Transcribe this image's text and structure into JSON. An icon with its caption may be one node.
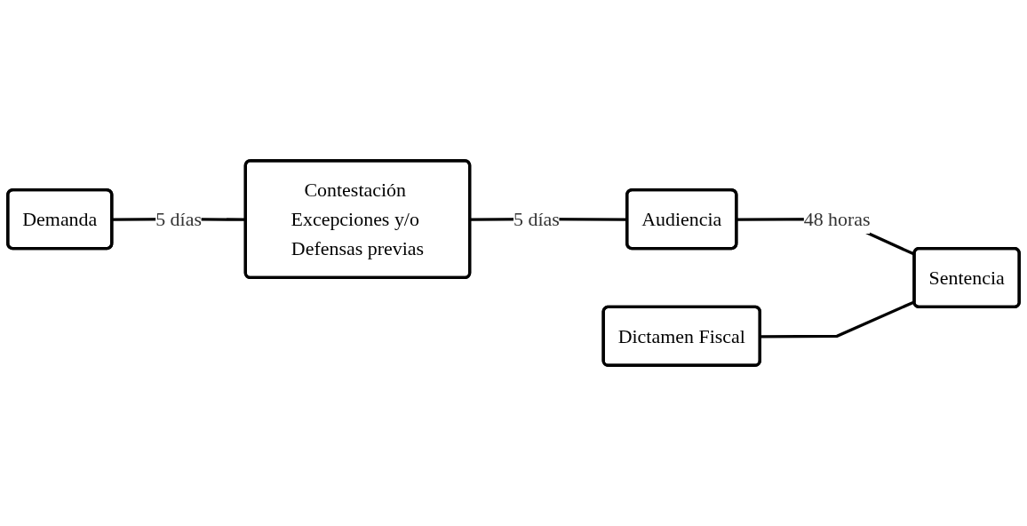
{
  "diagram": {
    "nodes": [
      {
        "text": [
          "Demanda"
        ]
      },
      {
        "text": [
          "Contestación Excepciones y/o Defensas previas"
        ]
      },
      {
        "text": [
          "Audiencia"
        ]
      },
      {
        "text": [
          "Dictamen Fiscal"
        ]
      },
      {
        "text": [
          "Sentencia"
        ]
      }
    ],
    "edges": [
      {
        "from": 0,
        "to": 1,
        "arrow": "none",
        "label": "5 días"
      },
      {
        "from": 1,
        "to": 2,
        "arrow": "none",
        "label": "5 días"
      },
      {
        "from": 2,
        "to": 4,
        "arrow": "none",
        "label": "48 horas"
      },
      {
        "from": 3,
        "to": 4,
        "arrow": "none"
      }
    ]
  }
}
